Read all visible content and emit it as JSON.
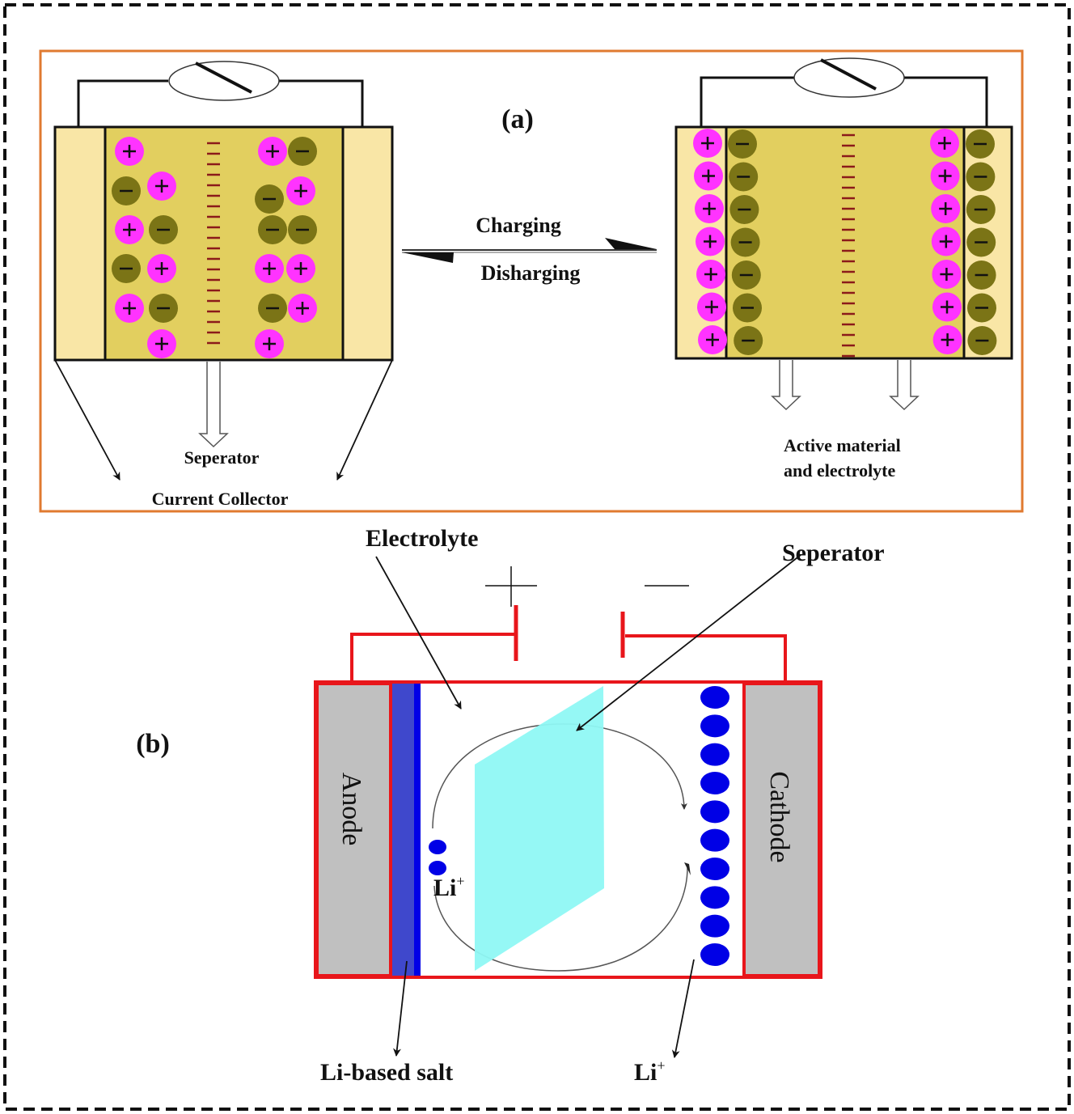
{
  "panel_a": {
    "label": "(a)",
    "arrow_forward_label": "Charging",
    "arrow_reverse_label": "Disharging",
    "separator_label": "Seperator",
    "current_collector_label": "Current Collector",
    "active_material_label_line1": "Active material",
    "active_material_label_line2": "and electrolyte",
    "left_cell": {
      "state": "discharged",
      "ions": [
        {
          "sign": "+",
          "col": 0,
          "row": 0
        },
        {
          "sign": "-",
          "col": 0,
          "row": 1
        },
        {
          "sign": "+",
          "col": 1,
          "row": 1
        },
        {
          "sign": "+",
          "col": 0,
          "row": 2
        },
        {
          "sign": "-",
          "col": 1,
          "row": 2
        },
        {
          "sign": "-",
          "col": 0,
          "row": 3
        },
        {
          "sign": "+",
          "col": 1,
          "row": 3
        },
        {
          "sign": "+",
          "col": 0,
          "row": 4
        },
        {
          "sign": "-",
          "col": 1,
          "row": 4
        },
        {
          "sign": "+",
          "col": 1,
          "row": 5
        },
        {
          "sign": "-",
          "col": 3,
          "row": 0
        },
        {
          "sign": "+",
          "col": 2,
          "row": 0
        },
        {
          "sign": "-",
          "col": 2,
          "row": 1
        },
        {
          "sign": "+",
          "col": 3,
          "row": 1
        },
        {
          "sign": "-",
          "col": 2,
          "row": 2
        },
        {
          "sign": "-",
          "col": 3,
          "row": 2
        },
        {
          "sign": "+",
          "col": 2,
          "row": 3
        },
        {
          "sign": "+",
          "col": 3,
          "row": 3
        },
        {
          "sign": "-",
          "col": 2,
          "row": 4
        },
        {
          "sign": "+",
          "col": 3,
          "row": 4
        },
        {
          "sign": "+",
          "col": 2,
          "row": 5
        }
      ]
    },
    "right_cell": {
      "state": "charged",
      "ion_pairs_per_side": 7
    },
    "colors": {
      "positive_ion": "#ff33ff",
      "negative_ion": "#7b7416",
      "electrolyte": "#e2cf5f",
      "collector": "#f9e6a6",
      "separator_dash": "#8b1a1a",
      "frame": "#e07a30"
    }
  },
  "panel_b": {
    "label": "(b)",
    "terminal_positive": "+",
    "terminal_negative": "—",
    "electrolyte_label": "Electrolyte",
    "separator_label": "Seperator",
    "anode_label": "Anode",
    "cathode_label": "Cathode",
    "li_ion_label": "Li",
    "li_ion_superscript": "+",
    "li_salt_label": "Li-based salt",
    "li_bottom_label": "Li",
    "li_bottom_superscript": "+",
    "cathode_li_count": 10,
    "anode_li_count": 2,
    "colors": {
      "wire": "#e8161b",
      "electrode": "#c0c0c0",
      "salt_layer": "#3f48cc",
      "li_ion": "#0000e6",
      "separator_sheet": "#8ff8f4"
    }
  }
}
